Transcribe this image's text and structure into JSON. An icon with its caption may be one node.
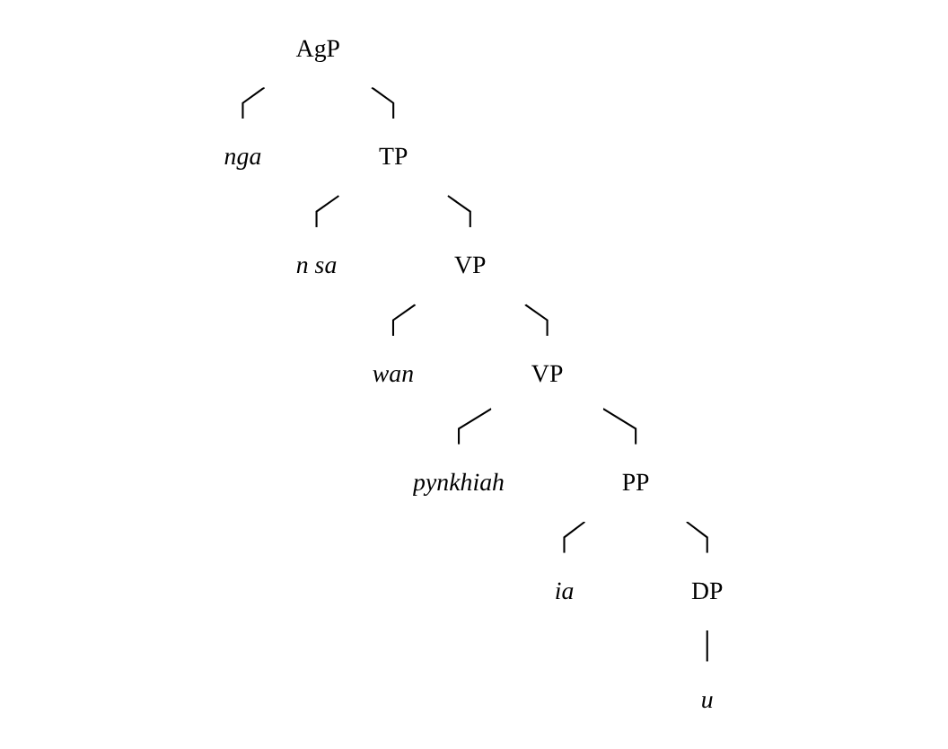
{
  "diagram": {
    "nodes": [
      {
        "text": [
          "AgP"
        ]
      },
      {
        "text": [
          "nga"
        ]
      },
      {
        "text": [
          "TP"
        ]
      },
      {
        "text": [
          "n sa"
        ]
      },
      {
        "text": [
          "VP"
        ]
      },
      {
        "text": [
          "wan"
        ]
      },
      {
        "text": [
          "VP"
        ]
      },
      {
        "text": [
          "pynkhiah"
        ]
      },
      {
        "text": [
          "PP"
        ]
      },
      {
        "text": [
          "ia"
        ]
      },
      {
        "text": [
          "DP"
        ]
      },
      {
        "text": [
          "u"
        ]
      }
    ],
    "edges": [
      {
        "from": 0,
        "to": 1,
        "arrow": "none"
      },
      {
        "from": 0,
        "to": 2,
        "arrow": "none"
      },
      {
        "from": 2,
        "to": 3,
        "arrow": "none"
      },
      {
        "from": 2,
        "to": 4,
        "arrow": "none"
      },
      {
        "from": 4,
        "to": 5,
        "arrow": "none"
      },
      {
        "from": 4,
        "to": 6,
        "arrow": "none"
      },
      {
        "from": 6,
        "to": 7,
        "arrow": "none"
      },
      {
        "from": 6,
        "to": 8,
        "arrow": "none"
      },
      {
        "from": 8,
        "to": 9,
        "arrow": "none"
      },
      {
        "from": 8,
        "to": 10,
        "arrow": "none"
      },
      {
        "from": 10,
        "to": 11,
        "arrow": "none"
      }
    ]
  }
}
